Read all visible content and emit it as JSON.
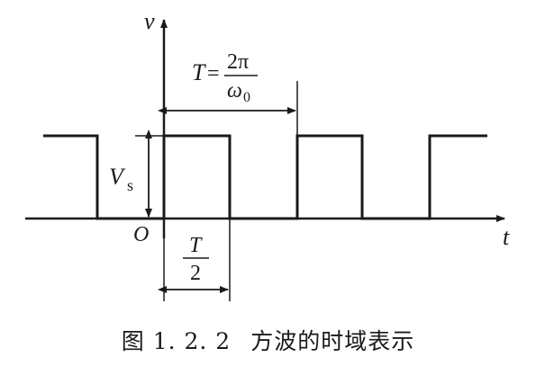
{
  "figure": {
    "axes": {
      "vertical_label": "v",
      "horizontal_label": "t",
      "origin_label": "O"
    },
    "annotations": {
      "amplitude_symbol": "V",
      "amplitude_subscript": "s",
      "period_symbol": "T",
      "period_equals": "=",
      "period_numerator": "2π",
      "period_denominator_symbol": "ω",
      "period_denominator_subscript": "0",
      "half_period_numerator": "T",
      "half_period_denominator": "2"
    },
    "colors": {
      "ink": "#1a1a1a",
      "background": "#ffffff"
    }
  },
  "caption": {
    "number": "图 1. 2. 2",
    "text": "方波的时域表示"
  }
}
